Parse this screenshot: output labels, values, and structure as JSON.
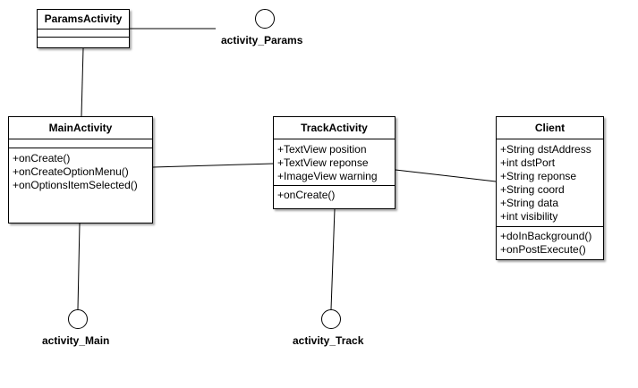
{
  "classes": {
    "params": {
      "name": "ParamsActivity",
      "attributes": [],
      "methods": []
    },
    "main": {
      "name": "MainActivity",
      "attributes": [],
      "methods": [
        "+onCreate()",
        "+onCreateOptionMenu()",
        "+onOptionsItemSelected()"
      ]
    },
    "track": {
      "name": "TrackActivity",
      "attributes": [
        "+TextView position",
        "+TextView reponse",
        "+ImageView warning"
      ],
      "methods": [
        "+onCreate()"
      ]
    },
    "client": {
      "name": "Client",
      "attributes": [
        "+String dstAddress",
        "+int dstPort",
        "+String reponse",
        "+String coord",
        "+String data",
        "+int visibility"
      ],
      "methods": [
        "+doInBackground()",
        "+onPostExecute()"
      ]
    }
  },
  "interfaces": {
    "params": "activity_Params",
    "main": "activity_Main",
    "track": "activity_Track"
  }
}
